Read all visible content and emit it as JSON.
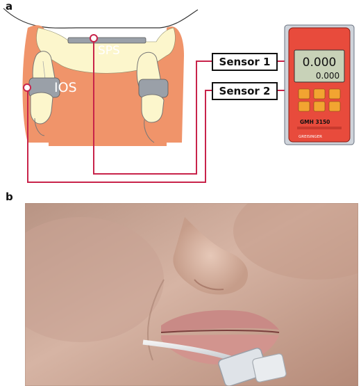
{
  "panels": {
    "a": "a",
    "b": "b"
  },
  "labels": {
    "sps": "SPS",
    "ios": "IOS"
  },
  "sensors": [
    {
      "label": "Sensor 1"
    },
    {
      "label": "Sensor 2"
    }
  ],
  "device": {
    "display_top": "0.000",
    "display_bottom": "0.000",
    "model": "GMH 3150",
    "brand": "GREISINGER"
  },
  "colors": {
    "tissue": "#F0946A",
    "tooth": "#FCF6CC",
    "tube": "#C8234A",
    "device_body": "#E84B3C",
    "button": "#F2A431"
  }
}
